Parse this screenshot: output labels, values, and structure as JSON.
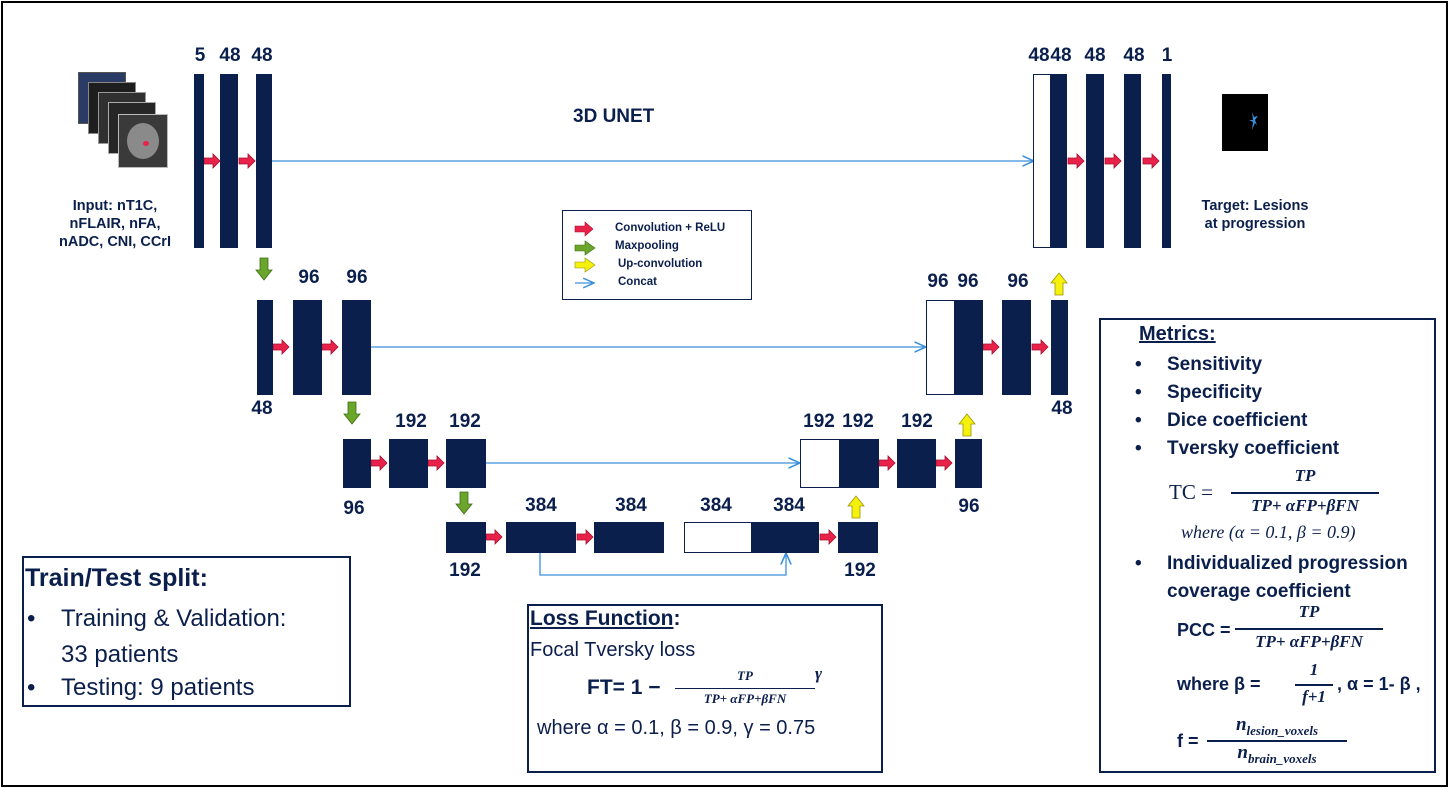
{
  "diagram": {
    "title": "3D UNET",
    "input_label": "Input: nT1C, nFLAIR, nFA, nADC, CNI, CCrI",
    "input_lines": [
      "Input: nT1C,",
      "nFLAIR, nFA,",
      "nADC, CNI, CCrI"
    ],
    "target_label": "Target: Lesions at progression",
    "target_lines": [
      "Target: Lesions",
      "at progression"
    ],
    "channels": {
      "enc1": [
        "5",
        "48",
        "48"
      ],
      "enc2": [
        "96",
        "96"
      ],
      "enc2_below": "48",
      "enc3": [
        "192",
        "192"
      ],
      "enc3_below": "96",
      "bottom_left_below": "192",
      "bottom": [
        "384",
        "384",
        "384",
        "384"
      ],
      "bottom_right_below": "192",
      "dec3": [
        "192",
        "192",
        "192"
      ],
      "dec3_below": "96",
      "dec2": [
        "96",
        "96",
        "96"
      ],
      "dec2_below": "48",
      "dec1": [
        "48",
        "48",
        "48",
        "48",
        "1"
      ]
    },
    "colors": {
      "block": "#0b1f4d",
      "concat_arrow": "#3a8fd9",
      "conv_arrow": "#e8224a",
      "maxpool_arrow": "#6aa62c",
      "upconv_arrow": "#f5f00c",
      "lesion": "#3a8fd9"
    }
  },
  "legend": {
    "conv": "Convolution + ReLU",
    "maxpool": "Maxpooling",
    "upconv": "Up-convolution",
    "concat": "Concat"
  },
  "split": {
    "title": "Train/Test split:",
    "items": [
      "Training & Validation: 33 patients",
      "Testing: 9 patients"
    ],
    "item1_lines": [
      "Training & Validation:",
      "33 patients"
    ]
  },
  "loss": {
    "title": "Loss Function",
    "subtitle": "Focal Tversky loss",
    "formula_lhs": "FT",
    "formula_num": "TP",
    "formula_den": "TP+ αFP+βFN",
    "exponent": "γ",
    "where": "where α = 0.1, β = 0.9, γ = 0.75"
  },
  "metrics": {
    "title": "Metrics:",
    "items": [
      "Sensitivity",
      "Specificity",
      "Dice coefficient",
      "Tversky coefficient",
      "Individualized progression coverage coefficient"
    ],
    "item5_lines": [
      "Individualized progression",
      "coverage coefficient"
    ],
    "tc_lhs": "TC =",
    "tc_num": "TP",
    "tc_den": "TP+ αFP+βFN",
    "tc_where": "where (α = 0.1, β = 0.9)",
    "pcc_lhs": "PCC =",
    "pcc_num": "TP",
    "pcc_den": "TP+ αFP+βFN",
    "beta_where": "where β =",
    "beta_num": "1",
    "beta_den": "f+1",
    "alpha_def": ", α = 1- β ,",
    "f_lhs": "f =",
    "f_num": "n",
    "f_num_sub": "lesion_voxels",
    "f_den": "n",
    "f_den_sub": "brain_voxels"
  }
}
